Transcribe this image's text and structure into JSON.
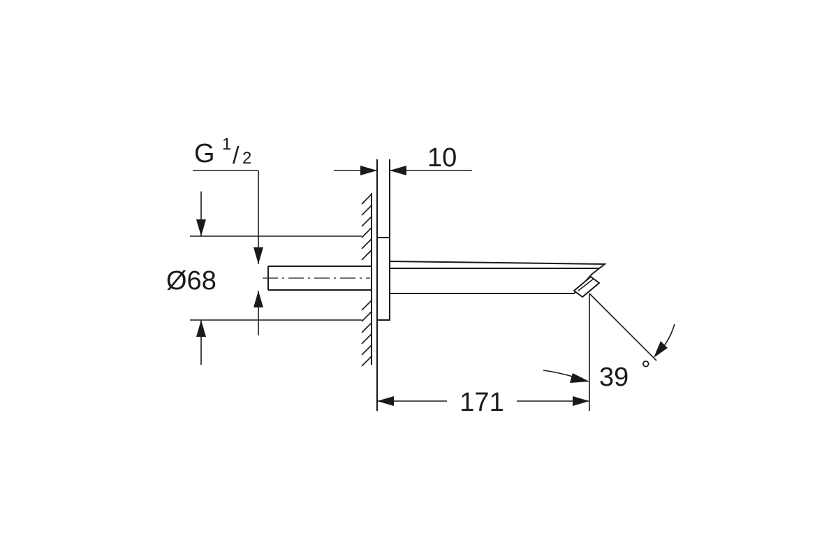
{
  "drawing": {
    "thread": {
      "prefix": "G",
      "numerator": "1",
      "slash": "/",
      "denominator": "2"
    },
    "labels": {
      "flange_thickness": "10",
      "diameter": "Ø68",
      "projection": "171",
      "angle": "39",
      "degree_symbol": "°"
    }
  }
}
